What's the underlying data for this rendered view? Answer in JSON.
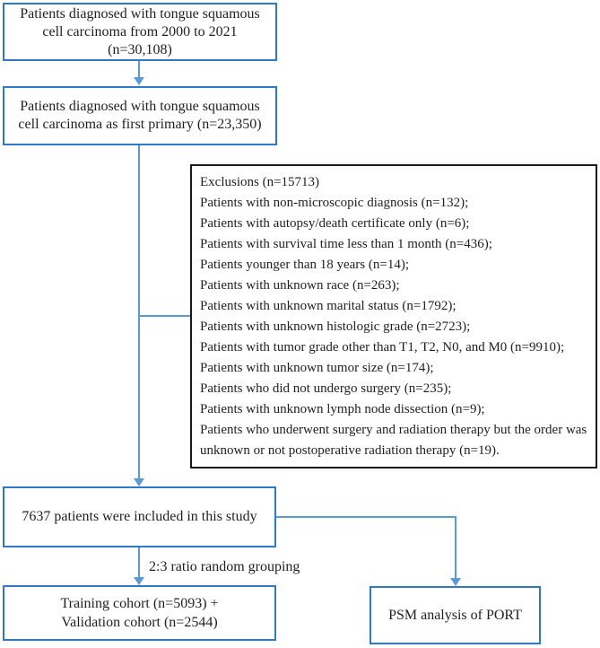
{
  "colors": {
    "box_border": "#2e79c8",
    "line": "#5b9bd5",
    "excl_border": "#1a1a1a",
    "text": "#1f1f1f"
  },
  "boxes": {
    "initial": {
      "text": "Patients diagnosed with tongue squamous\ncell carcinoma from 2000 to 2021\n(n=30,108)"
    },
    "first_primary": {
      "text": "Patients diagnosed with tongue squamous\ncell carcinoma as first primary (n=23,350)"
    },
    "included": {
      "text": "7637 patients were included in this study"
    },
    "training": {
      "text": "Training cohort (n=5093) +\nValidation cohort (n=2544)"
    },
    "psm": {
      "text": "PSM analysis of PORT"
    }
  },
  "exclusions": {
    "title": "Exclusions (n=15713)",
    "items": [
      "Patients with non-microscopic diagnosis (n=132);",
      "Patients with autopsy/death certificate only (n=6);",
      "Patients with survival time less than 1 month (n=436);",
      "Patients younger than 18 years (n=14);",
      "Patients with unknown race (n=263);",
      "Patients with unknown marital status (n=1792);",
      "Patients with unknown histologic grade (n=2723);",
      "Patients with tumor grade other than T1, T2, N0, and M0 (n=9910);",
      "Patients with unknown tumor size (n=174);",
      "Patients who did not undergo surgery (n=235);",
      "Patients with unknown lymph node dissection (n=9);",
      "Patients who underwent surgery and radiation therapy but the order was unknown or not postoperative radiation therapy (n=19)."
    ]
  },
  "labels": {
    "grouping": "2:3 ratio random grouping"
  }
}
